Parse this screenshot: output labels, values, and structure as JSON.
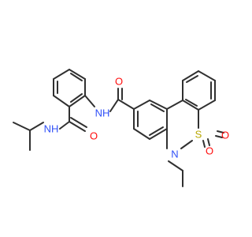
{
  "colors": {
    "background": "#ffffff",
    "bond": "#303030",
    "carbon": "#303030",
    "nitrogen": "#3050f8",
    "oxygen": "#ff0d0d",
    "sulfur": "#b8a700"
  },
  "atom_labels": {
    "amide_left_oxygen": "O",
    "amide_left_nh": "NH",
    "amide_center_nh": "NH",
    "amide_center_oxygen": "O",
    "sulfonyl_sulfur": "S",
    "sulfonyl_oxygen_1": "O",
    "sulfonyl_oxygen_2": "O",
    "ring_nitrogen": "N"
  }
}
